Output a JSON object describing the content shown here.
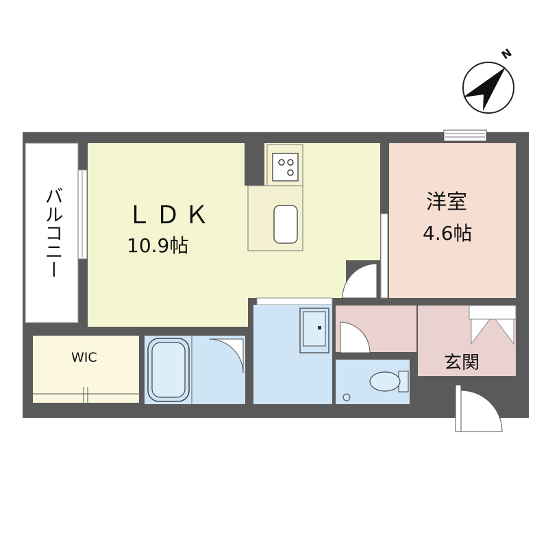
{
  "compass": {
    "label": "N"
  },
  "rooms": {
    "balcony": {
      "label": "バルコニー"
    },
    "ldk": {
      "label": "ＬＤＫ",
      "size": "10.9帖"
    },
    "western": {
      "label": "洋室",
      "size": "4.6帖"
    },
    "wic": {
      "label": "WIC"
    },
    "entrance": {
      "label": "玄関"
    }
  },
  "colors": {
    "wall": "#5a5a5a",
    "ldk": "#f4f6d2",
    "western": "#f6dfd2",
    "wic": "#fbf8df",
    "wet": "#cfe5f6",
    "hall": "#ead2d0",
    "balcony": "#ffffff",
    "counter": "#f3f1cf"
  }
}
